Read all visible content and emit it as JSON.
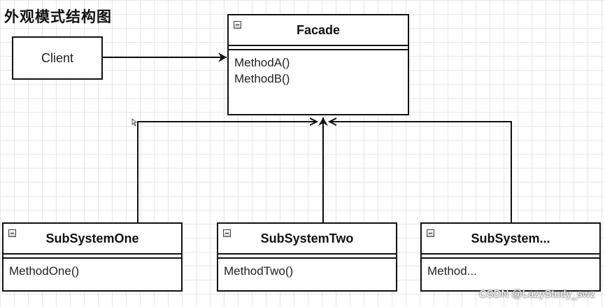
{
  "title": "外观模式结构图",
  "client": {
    "label": "Client"
  },
  "facade": {
    "name": "Facade",
    "methods": [
      "MethodA()",
      "MethodB()"
    ]
  },
  "subsystems": [
    {
      "name": "SubSystemOne",
      "methods": [
        "MethodOne()"
      ]
    },
    {
      "name": "SubSystemTwo",
      "methods": [
        "MethodTwo()"
      ]
    },
    {
      "name": "SubSystem...",
      "methods": [
        "Method..."
      ]
    }
  ],
  "watermark": "CSDN @LazyStudy_swz",
  "colors": {
    "line": "#111111",
    "grid": "#e6e6e6",
    "background": "#ffffff"
  },
  "icons": {
    "class_header": "collapse-icon"
  }
}
